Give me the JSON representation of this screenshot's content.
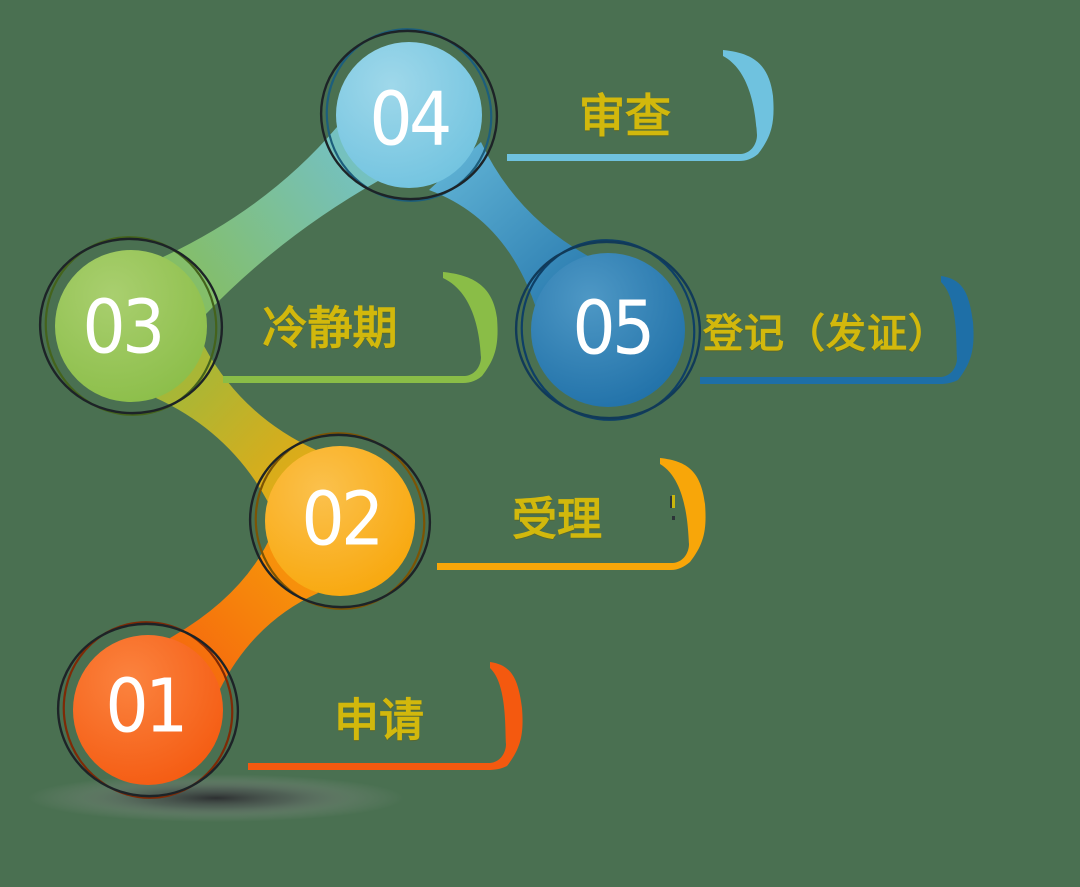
{
  "diagram": {
    "background_color": "#4A7051",
    "label_color": "#D2B80C",
    "number_color": "#FFFFFF",
    "steps": [
      {
        "number": "01",
        "label": "申请",
        "color": "#F4590F"
      },
      {
        "number": "02",
        "label": "受理",
        "color": "#F8A609"
      },
      {
        "number": "03",
        "label": "冷静期",
        "color": "#8ABD47"
      },
      {
        "number": "04",
        "label": "审查",
        "color": "#6FC2DF"
      },
      {
        "number": "05",
        "label": "登记（发证）",
        "color": "#1E6FA7"
      }
    ]
  }
}
